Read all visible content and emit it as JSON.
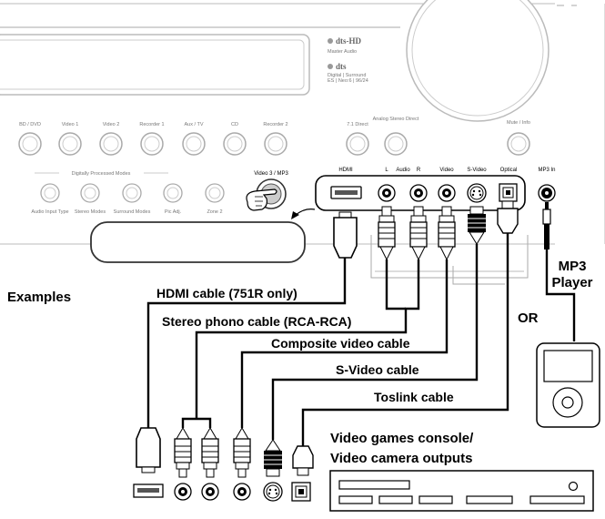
{
  "front_panel": {
    "dts_hd_logo": "dts-HD",
    "dts_hd_sub": "Master Audio",
    "dts_logo": "dts",
    "dts_sub1": "Digital | Surround",
    "dts_sub2": "ES | Neo:6 | 96/24",
    "top_buttons": [
      "BD / DVD",
      "Video 1",
      "Video 2",
      "Recorder 1",
      "Aux / TV",
      "CD",
      "Recorder 2",
      "7.1 Direct",
      "Analog Stereo Direct",
      "Mute / Info"
    ],
    "dp_modes_heading": "Digitally Processed Modes",
    "lower_buttons": [
      "Audio Input Type",
      "Stereo Modes",
      "Surround Modes",
      "Pic Adj.",
      "Zone 2"
    ],
    "video3_label": "Video 3 / MP3",
    "port_labels": {
      "hdmi": "HDMI",
      "audio_l": "L",
      "audio": "Audio",
      "audio_r": "R",
      "video": "Video",
      "svideo": "S-Video",
      "optical": "Optical",
      "mp3_in": "MP3 In"
    }
  },
  "labels": {
    "examples": "Examples",
    "mp3_player_line1": "MP3",
    "mp3_player_line2": "Player",
    "or": "OR",
    "device_line1": "Video games console/",
    "device_line2": "Video camera outputs"
  },
  "cables": [
    "HDMI cable (751R only)",
    "Stereo phono cable (RCA-RCA)",
    "Composite video cable",
    "S-Video cable",
    "Toslink cable"
  ]
}
